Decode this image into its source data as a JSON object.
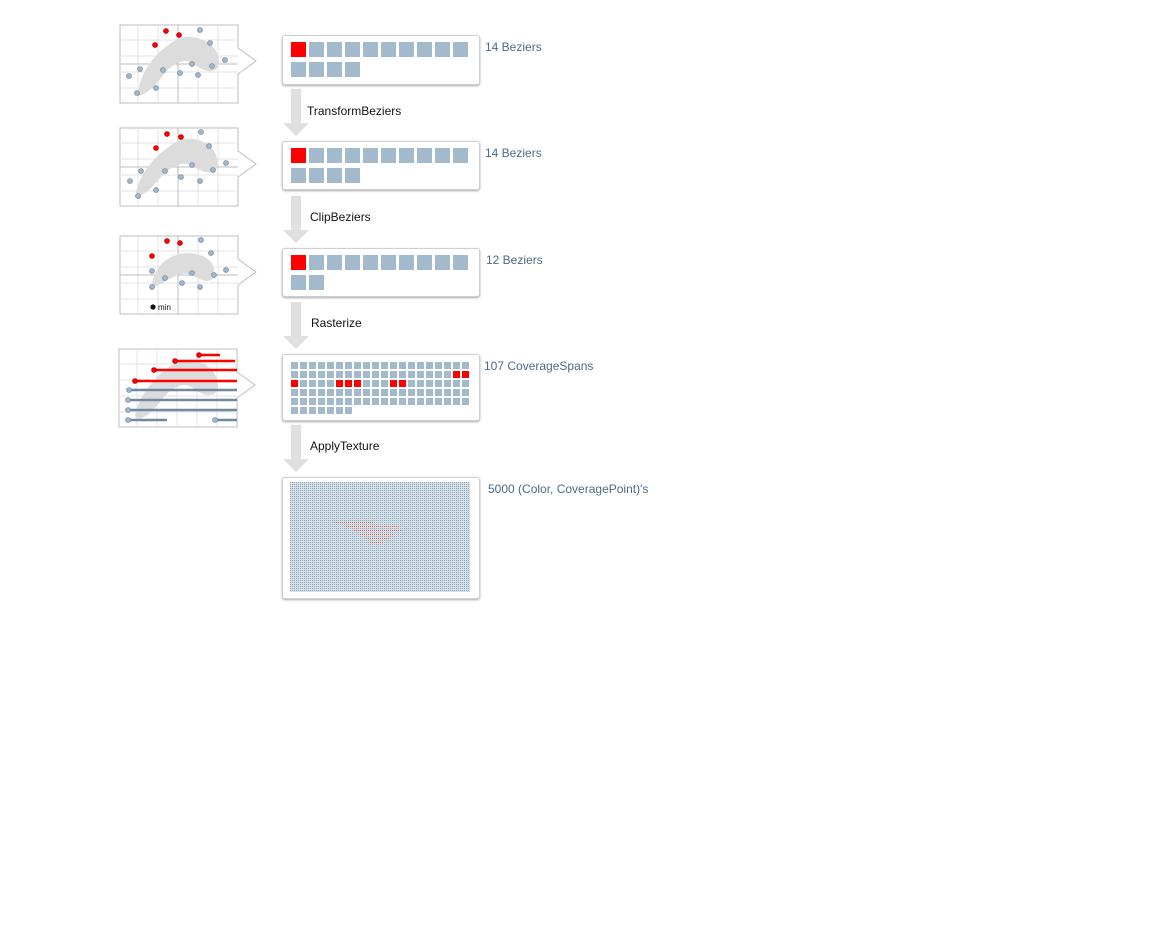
{
  "stages": [
    {
      "id": "beziers-initial",
      "count_label": "14 Beziers",
      "cells": 14,
      "highlighted": [
        0
      ]
    },
    {
      "id": "beziers-transformed",
      "count_label": "14 Beziers",
      "cells": 14,
      "highlighted": [
        0
      ]
    },
    {
      "id": "beziers-clipped",
      "count_label": "12 Beziers",
      "cells": 12,
      "highlighted": [
        0
      ]
    },
    {
      "id": "coverage-spans",
      "count_label": "107 CoverageSpans",
      "cells": 107,
      "highlighted": [
        38,
        39,
        40,
        45,
        46,
        47,
        51,
        52
      ]
    },
    {
      "id": "color-points",
      "count_label": "5000 (Color, CoveragePoint)'s"
    }
  ],
  "operations": [
    {
      "id": "transform",
      "label": "TransformBeziers"
    },
    {
      "id": "clip",
      "label": "ClipBeziers"
    },
    {
      "id": "rasterize",
      "label": "Rasterize"
    },
    {
      "id": "apply-texture",
      "label": "ApplyTexture"
    }
  ],
  "thumbnail_annotations": {
    "min_label": "min"
  },
  "colors": {
    "accent": "#ff0000",
    "cell": "#a3b9cc",
    "label": "#4d6a88",
    "arrow": "#e0e0e0",
    "shape": "#dcdcdc"
  }
}
